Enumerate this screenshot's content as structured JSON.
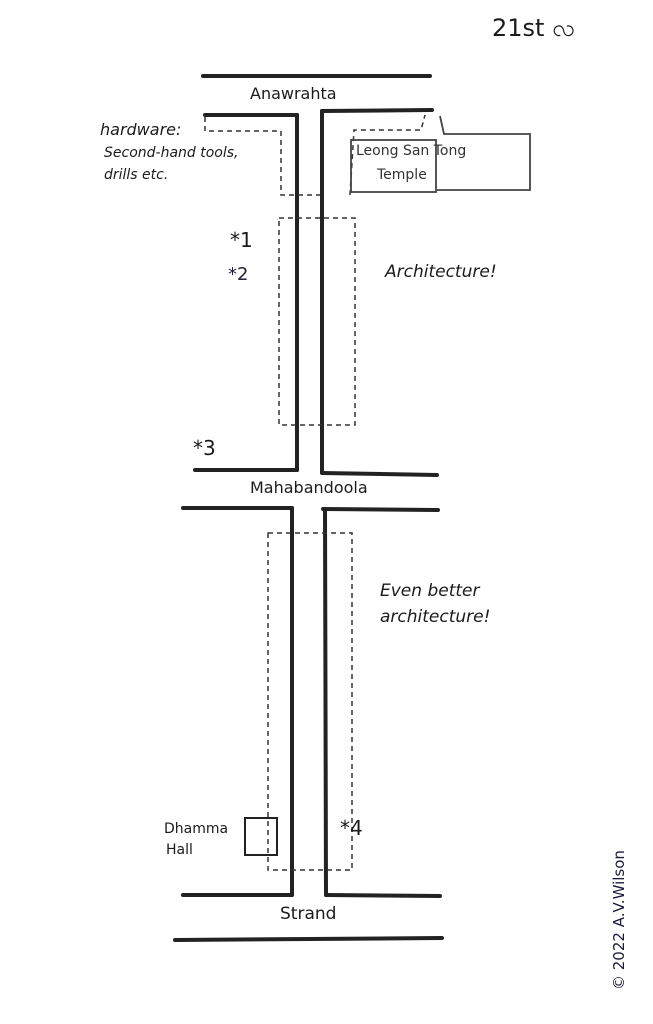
{
  "header": {
    "street_label": "21st လ"
  },
  "roads": {
    "top": "Anawrahta",
    "middle": "Mahabandoola",
    "bottom": "Strand"
  },
  "places": {
    "hardware": [
      "hardware:",
      "Second-hand tools,",
      "drills etc."
    ],
    "temple": [
      "Leong San Tong",
      "Temple"
    ],
    "hall": [
      "Dhamma",
      "Hall"
    ]
  },
  "notes": {
    "architecture": "Architecture!",
    "better_architecture": [
      "Even better",
      "architecture!"
    ]
  },
  "markers": [
    "*1",
    "*2",
    "*3",
    "*4"
  ],
  "copyright": "© 2022 A.V.Wilson",
  "colors": {
    "ink": "#1b1b1b",
    "paper": "#ffffff"
  }
}
